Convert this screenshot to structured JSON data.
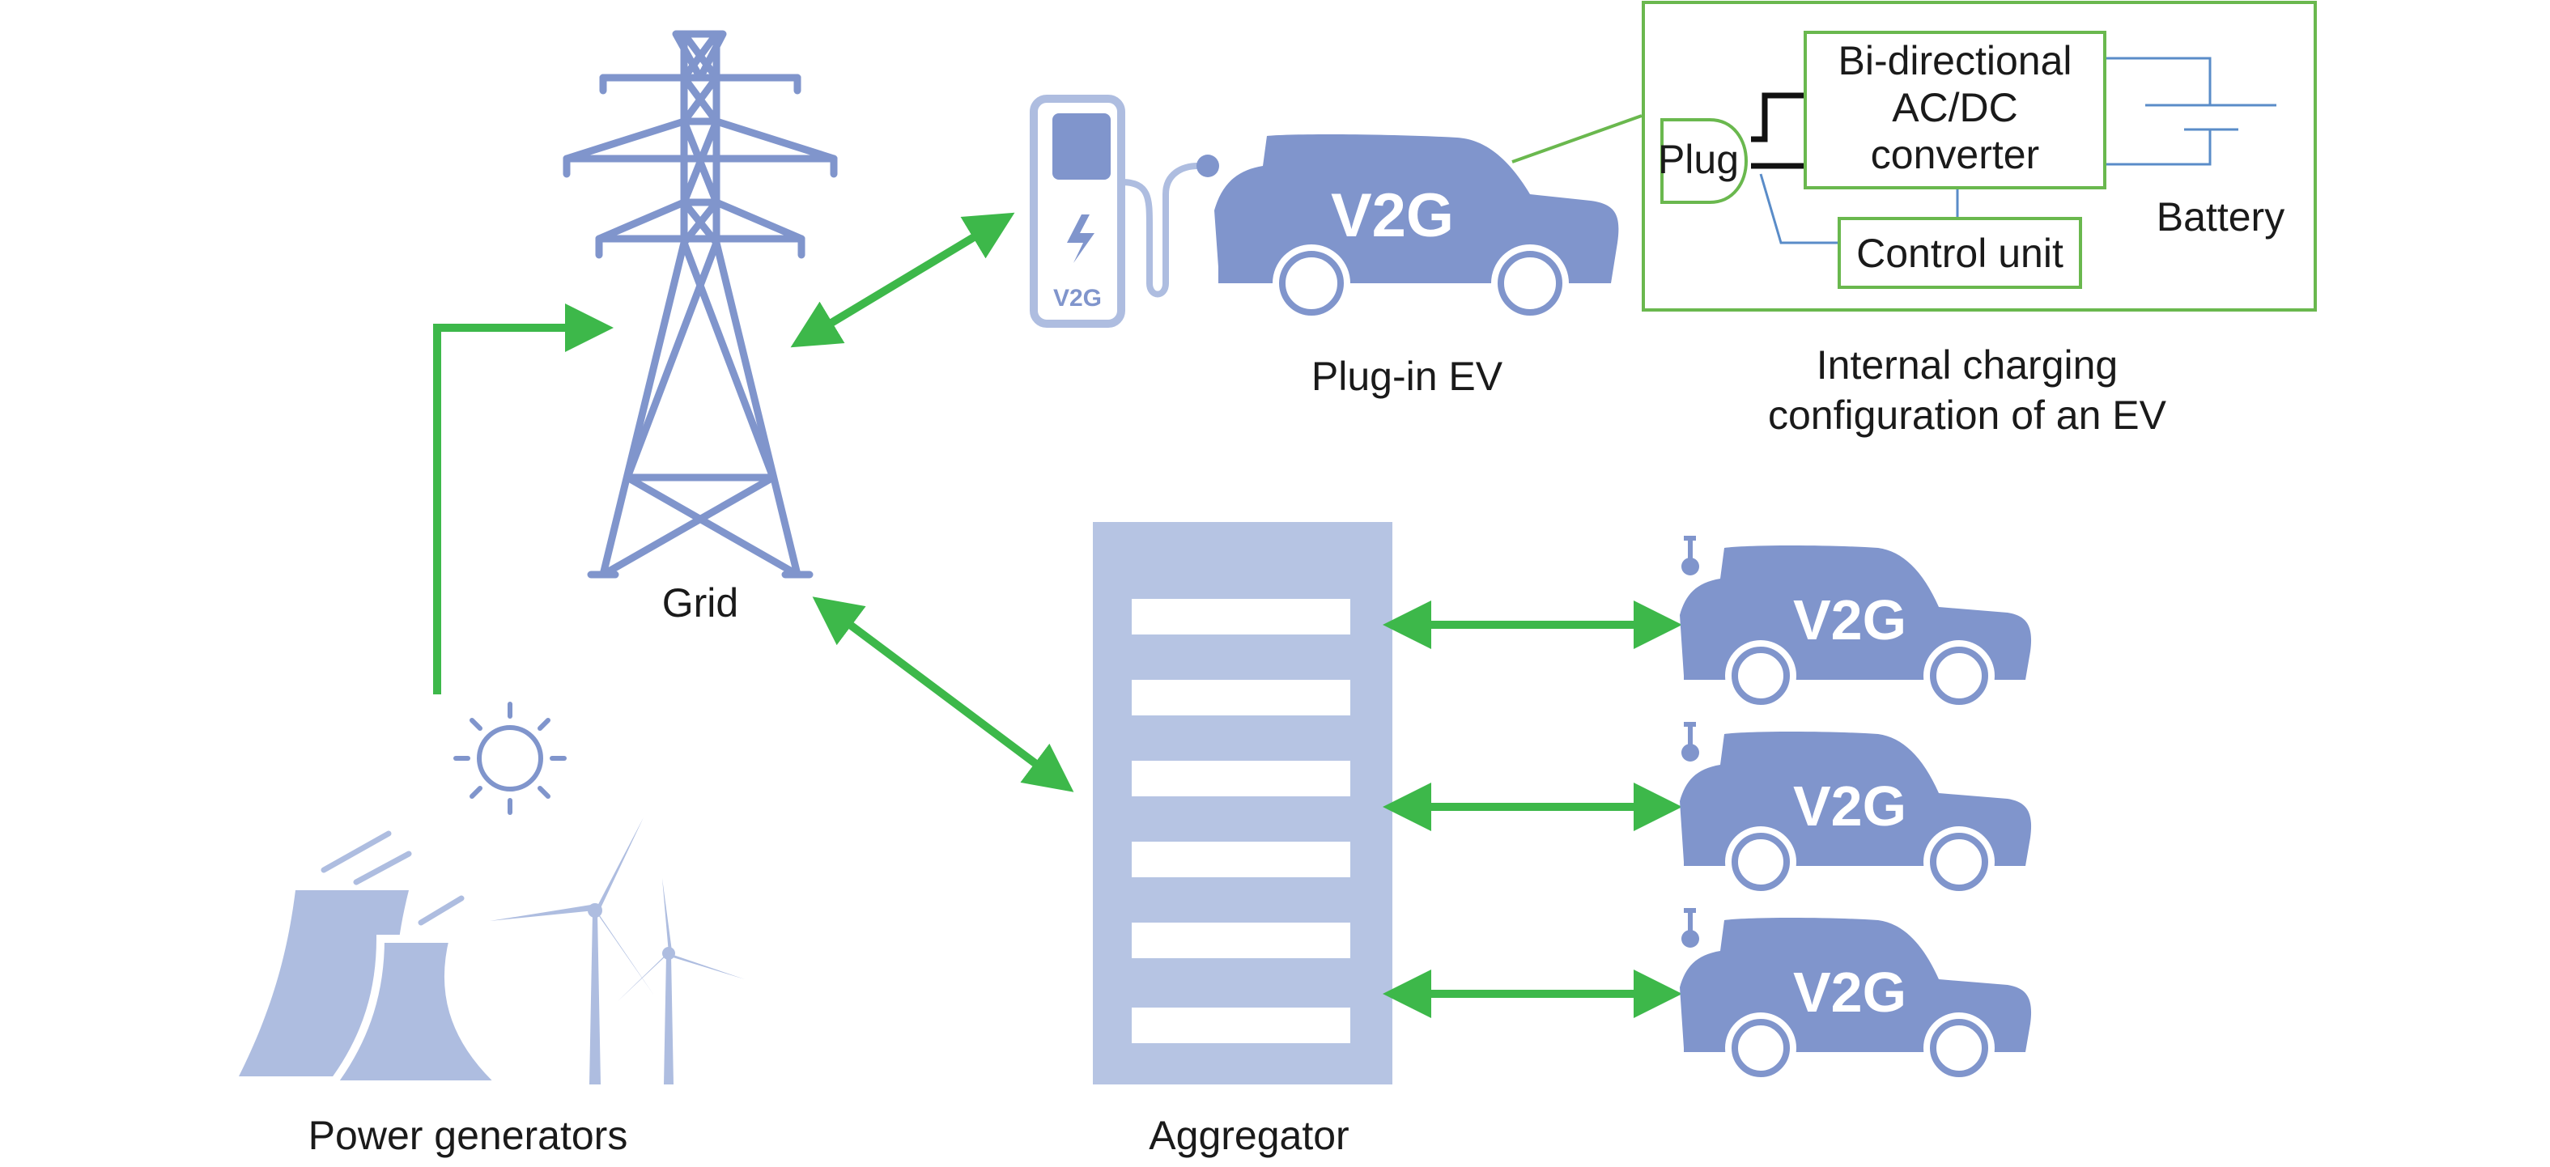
{
  "labels": {
    "grid": "Grid",
    "plug_in_ev": "Plug-in EV",
    "internal_config_line1": "Internal charging",
    "internal_config_line2": "configuration of an EV",
    "aggregator": "Aggregator",
    "power_generators": "Power generators"
  },
  "inset": {
    "converter_line1": "Bi-directional",
    "converter_line2": "AC/DC",
    "converter_line3": "converter",
    "plug": "Plug",
    "battery": "Battery",
    "control_unit": "Control unit"
  },
  "vehicle_badge": "V2G",
  "charger_badge": "V2G",
  "colors": {
    "arrow_green": "#3db84a",
    "box_green": "#6ab84e",
    "icon_blue": "#8095cc",
    "icon_blue_light": "#aebde0",
    "aggregator_blue": "#b6c4e3",
    "wire_blue": "#5a8cc8"
  }
}
